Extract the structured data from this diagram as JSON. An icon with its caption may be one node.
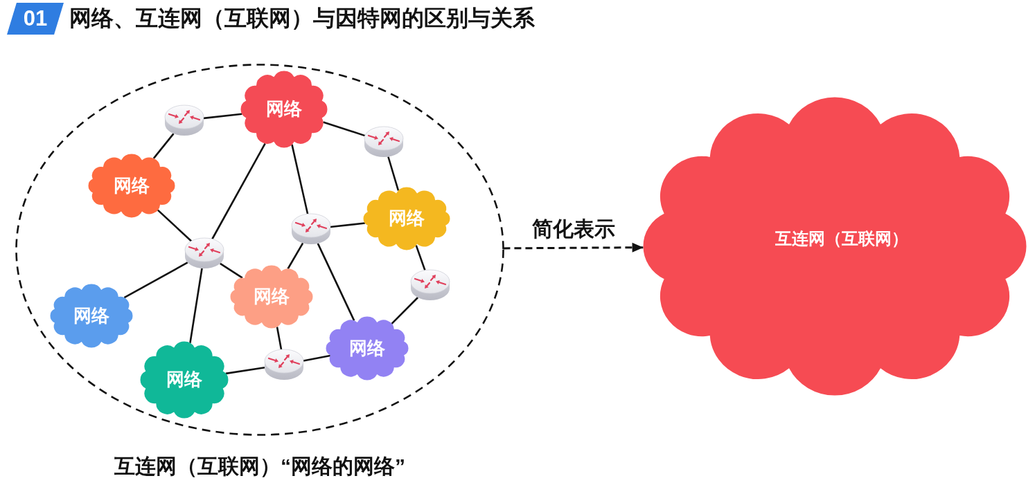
{
  "diagram": {
    "title": "网络、互连网（互联网）与因特网的区别与关系",
    "nodes": [
      {
        "text": [
          "互连网（互联网）“网络的网络”"
        ]
      },
      {
        "text": [
          "网络"
        ],
        "in": 0
      },
      {
        "text": [],
        "shape": "cylinder",
        "in": 0
      },
      {
        "text": [],
        "shape": "cylinder",
        "in": 0
      },
      {
        "text": [
          "网络"
        ],
        "in": 0
      },
      {
        "text": [
          "网络"
        ],
        "in": 0
      },
      {
        "text": [],
        "shape": "cylinder",
        "in": 0
      },
      {
        "text": [],
        "shape": "cylinder",
        "in": 0
      },
      {
        "text": [],
        "shape": "cylinder",
        "in": 0
      },
      {
        "text": [
          "网络"
        ],
        "in": 0
      },
      {
        "text": [
          "网络"
        ],
        "in": 0
      },
      {
        "text": [
          "网络"
        ],
        "in": 0
      },
      {
        "text": [],
        "shape": "cylinder",
        "in": 0
      },
      {
        "text": [
          "网络"
        ],
        "in": 0
      },
      {
        "text": [
          "互连网（互联网）"
        ]
      }
    ],
    "edges": [
      {
        "from": 2,
        "to": 1,
        "arrow": "none"
      },
      {
        "from": 2,
        "to": 4,
        "arrow": "none"
      },
      {
        "from": 1,
        "to": 3,
        "arrow": "none"
      },
      {
        "from": 3,
        "to": 5,
        "arrow": "none"
      },
      {
        "from": 1,
        "to": 7,
        "arrow": "none"
      },
      {
        "from": 1,
        "to": 6,
        "arrow": "none"
      },
      {
        "from": 4,
        "to": 7,
        "arrow": "none"
      },
      {
        "from": 6,
        "to": 5,
        "arrow": "none"
      },
      {
        "from": 6,
        "to": 9,
        "arrow": "none"
      },
      {
        "from": 6,
        "to": 11,
        "arrow": "none"
      },
      {
        "from": 7,
        "to": 10,
        "arrow": "none"
      },
      {
        "from": 7,
        "to": 9,
        "arrow": "none"
      },
      {
        "from": 7,
        "to": 13,
        "arrow": "none"
      },
      {
        "from": 5,
        "to": 8,
        "arrow": "none"
      },
      {
        "from": 8,
        "to": 11,
        "arrow": "none"
      },
      {
        "from": 9,
        "to": 12,
        "arrow": "none"
      },
      {
        "from": 12,
        "to": 11,
        "arrow": "none"
      },
      {
        "from": 12,
        "to": 13,
        "arrow": "none"
      },
      {
        "from": 0,
        "to": 14,
        "arrow": "to",
        "label": "简化表示",
        "style": "dashed"
      }
    ],
    "labels": [
      "01"
    ]
  }
}
